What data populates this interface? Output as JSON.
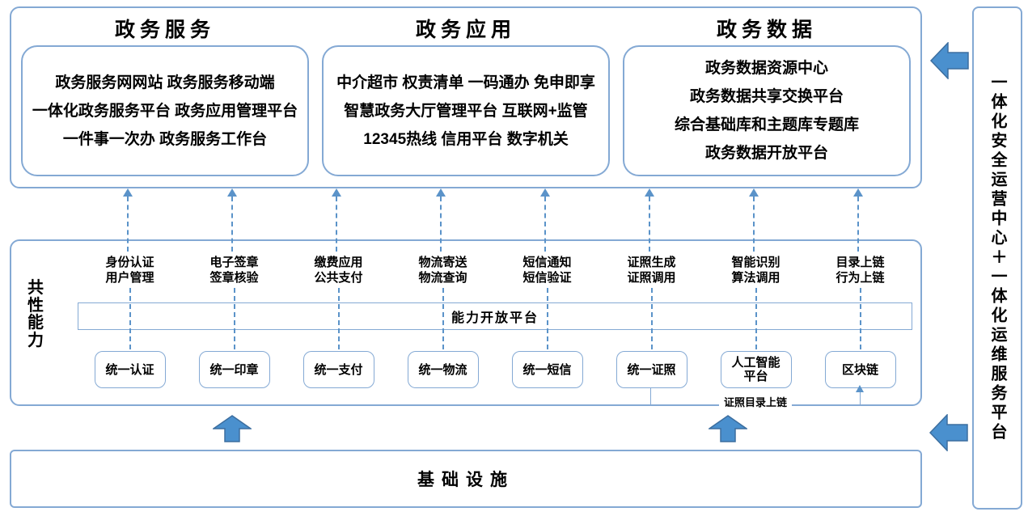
{
  "top_sections": [
    {
      "title": "政务服务",
      "items": [
        "政务服务网网站 政务服务移动端",
        "一体化政务服务平台 政务应用管理平台",
        "一件事一次办 政务服务工作台"
      ]
    },
    {
      "title": "政务应用",
      "items": [
        "中介超市 权责清单 一码通办 免申即享",
        "智慧政务大厅管理平台 互联网+监管",
        "12345热线 信用平台 数字机关"
      ]
    },
    {
      "title": "政务数据",
      "items": [
        "政务数据资源中心",
        "政务数据共享交换平台",
        "综合基础库和主题库专题库",
        "政务数据开放平台"
      ]
    }
  ],
  "capability_section": {
    "side_label": "共性能力",
    "platform_bar_label": "能力开放平台",
    "columns": [
      {
        "label_line1": "身份认证",
        "label_line2": "用户管理",
        "box": "统一认证"
      },
      {
        "label_line1": "电子签章",
        "label_line2": "签章核验",
        "box": "统一印章"
      },
      {
        "label_line1": "缴费应用",
        "label_line2": "公共支付",
        "box": "统一支付"
      },
      {
        "label_line1": "物流寄送",
        "label_line2": "物流查询",
        "box": "统一物流"
      },
      {
        "label_line1": "短信通知",
        "label_line2": "短信验证",
        "box": "统一短信"
      },
      {
        "label_line1": "证照生成",
        "label_line2": "证照调用",
        "box": "统一证照"
      },
      {
        "label_line1": "智能识别",
        "label_line2": "算法调用",
        "box": "人工智能平台"
      },
      {
        "label_line1": "目录上链",
        "label_line2": "行为上链",
        "box": "区块链"
      }
    ],
    "connector_label": "证照目录上链"
  },
  "infrastructure": {
    "label": "基础设施"
  },
  "side_panel": {
    "label": "一体化安全运营中心＋一体化运维服务平台"
  },
  "colors": {
    "border_blue": "#84a9d4",
    "dash_blue": "#5b93c9",
    "arrow_fill": "#4a90ce",
    "arrow_stroke": "#3c6e9f",
    "text": "#000000",
    "background": "#ffffff"
  }
}
